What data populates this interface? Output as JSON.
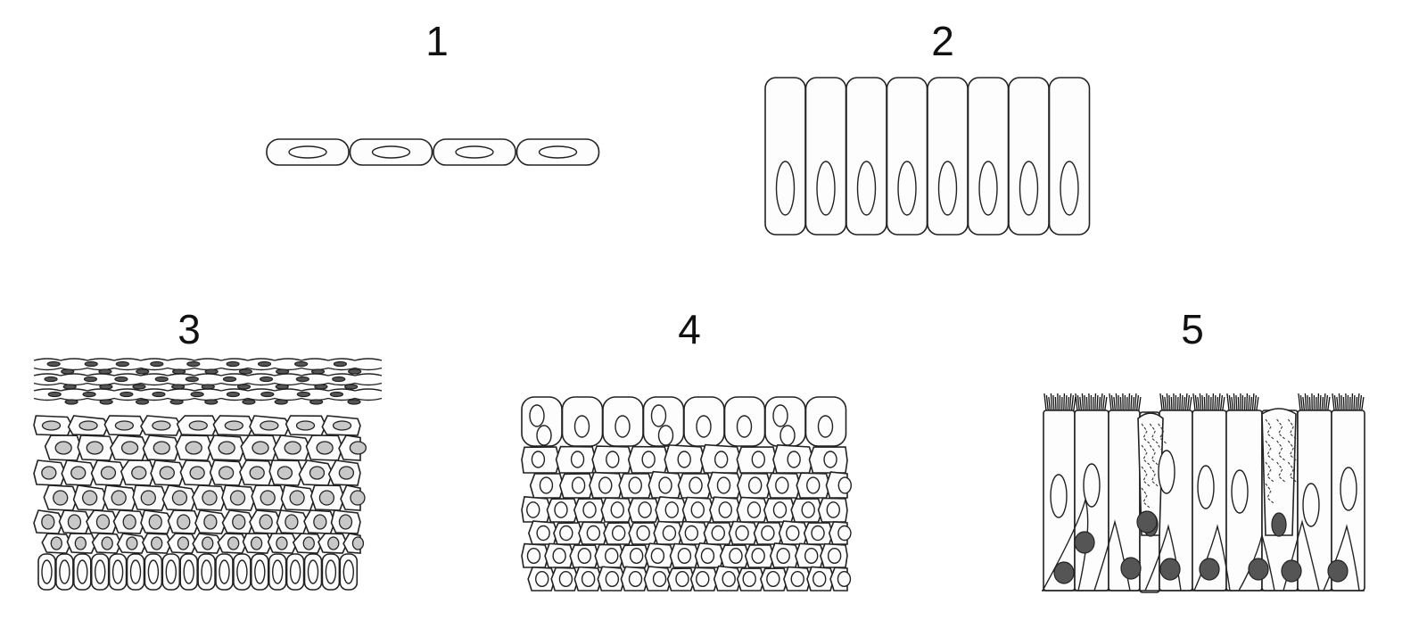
{
  "panels": [
    {
      "id": "p1",
      "label": "1"
    },
    {
      "id": "p2",
      "label": "2"
    },
    {
      "id": "p3",
      "label": "3"
    },
    {
      "id": "p4",
      "label": "4"
    },
    {
      "id": "p5",
      "label": "5"
    }
  ],
  "colors": {
    "ink": "#222222",
    "nucleus_shade": "#c8c8c8",
    "nucleus_dark": "#555555",
    "background": "#ffffff"
  }
}
